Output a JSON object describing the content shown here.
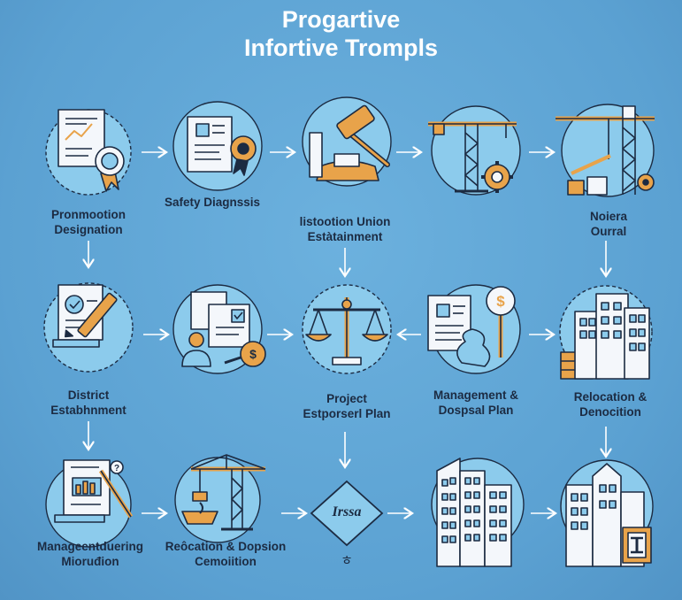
{
  "title": {
    "line1": "Progartive",
    "line2": "Infortive Trompls"
  },
  "labels": {
    "promotion": {
      "line1": "Pronmootion",
      "line2": "Designation"
    },
    "safety": {
      "line1": "Safety Diagnssis"
    },
    "institution": {
      "line1": "listootion Union",
      "line2": "Estàtainment"
    },
    "noiera": {
      "line1": "Noiera",
      "line2": "Ourral"
    },
    "district": {
      "line1": "District",
      "line2": "Estabhnment"
    },
    "project": {
      "line1": "Project",
      "line2": "Estporserl Plan"
    },
    "management": {
      "line1": "Management &",
      "line2": "Dospsal Plan"
    },
    "relocation_demolition": {
      "line1": "Relocation &",
      "line2": "Denocition"
    },
    "manufacturing": {
      "line1": "Manageentduering",
      "line2": "Mioruđion"
    },
    "relocation_disposition": {
      "line1": "Reôcation & Dopsion",
      "line2": "Cemoiition"
    }
  },
  "decision": {
    "label": "Irssa",
    "note": "ㅎ"
  },
  "colors": {
    "background": "#62a7d6",
    "circle": "#8ccbec",
    "outline": "#1c2b42",
    "accent": "#e8a34a",
    "paper": "#f4f7fb",
    "title": "#ffffff"
  },
  "icons": [
    "certificate-icon",
    "document-seal-icon",
    "gavel-icon",
    "tower-crane-gear-icon",
    "crane-construction-icon",
    "contract-pen-icon",
    "document-person-money-icon",
    "scales-icon",
    "document-money-icon",
    "apartment-buildings-icon",
    "blueprint-tools-icon",
    "crane-hook-icon",
    "decision-diamond-icon",
    "office-buildings-icon",
    "building-column-icon"
  ]
}
